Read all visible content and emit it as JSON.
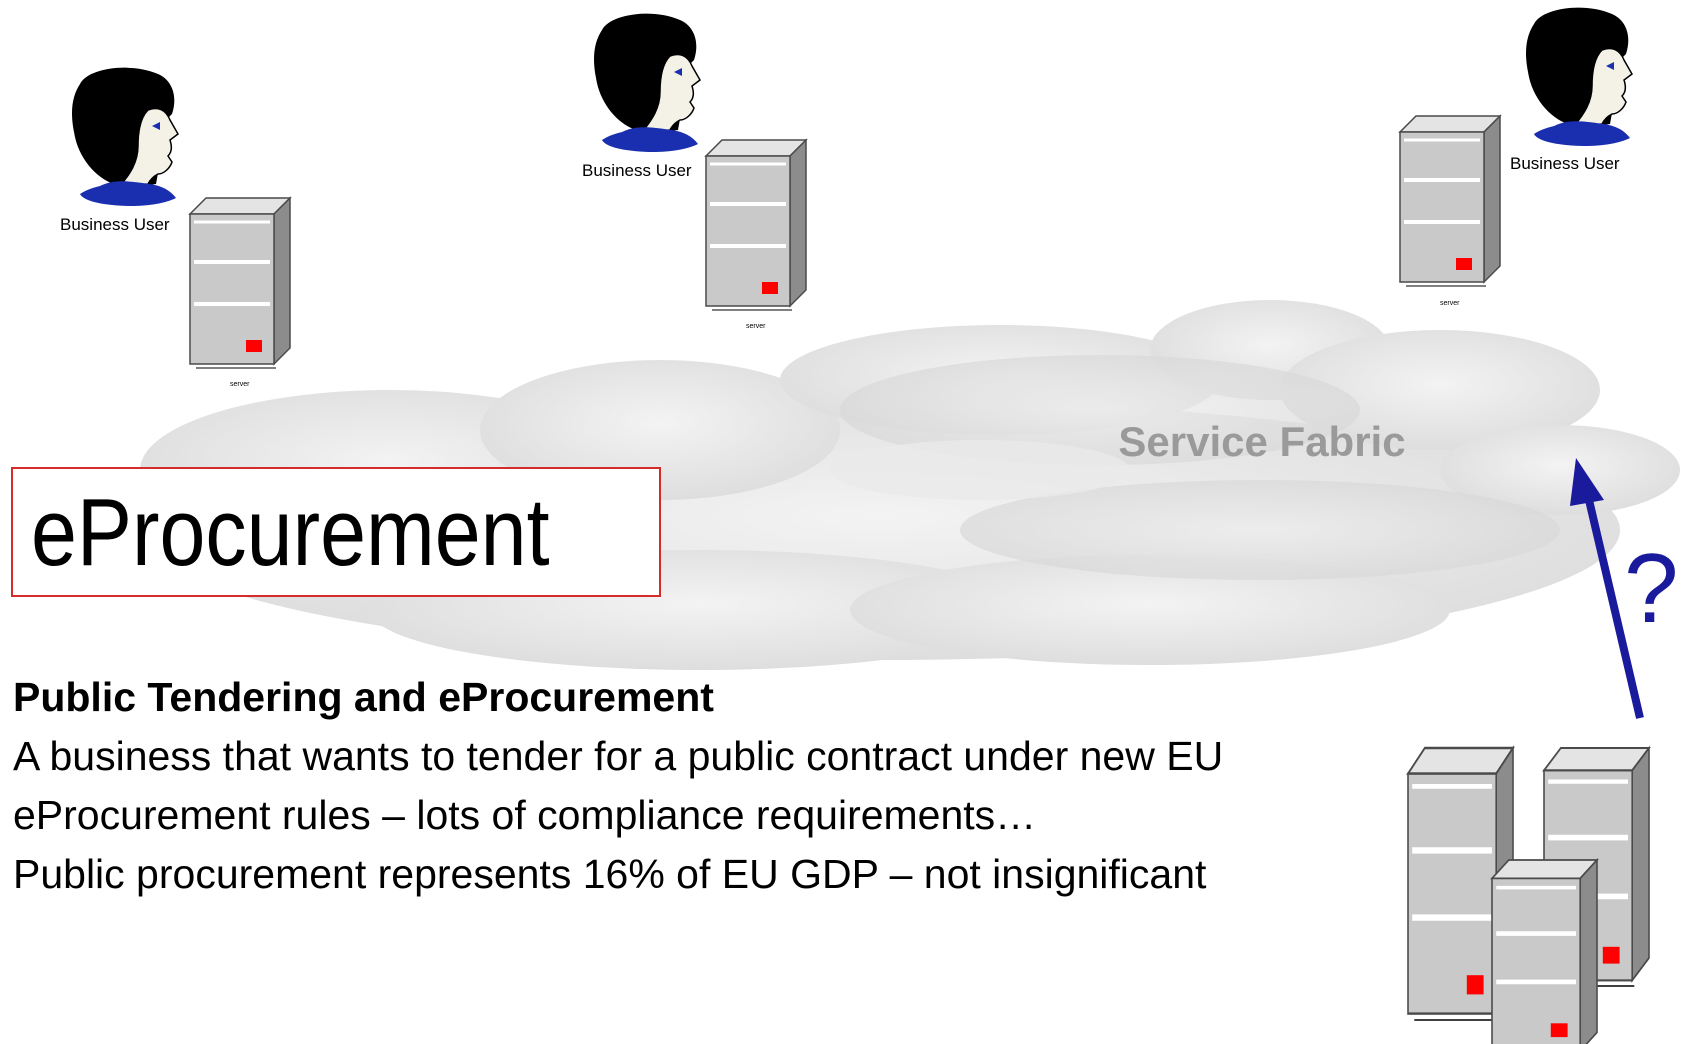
{
  "cloud": {
    "label": "Service Fabric"
  },
  "users": [
    {
      "label": "Business User"
    },
    {
      "label": "Business User"
    },
    {
      "label": "Business User"
    }
  ],
  "servers": {
    "label": "server"
  },
  "arrow": {
    "label": "?",
    "color": "#1a1a9c"
  },
  "title_box": {
    "title": "eProcurement",
    "border_color": "#d42b2b"
  },
  "body": {
    "heading": "Public Tendering and eProcurement",
    "paragraph_1": "A business that wants to tender for a public contract under new EU eProcurement rules – lots of compliance requirements…",
    "paragraph_2": "Public procurement represents 16% of EU GDP – not insignificant"
  },
  "colors": {
    "hair": "#000000",
    "collar": "#1a2fb0",
    "face": "#f4f1e6",
    "server_front": "#c9c9c9",
    "server_side": "#8c8c8c",
    "server_led": "#ff0000",
    "cloud": "#e6e6e6"
  }
}
